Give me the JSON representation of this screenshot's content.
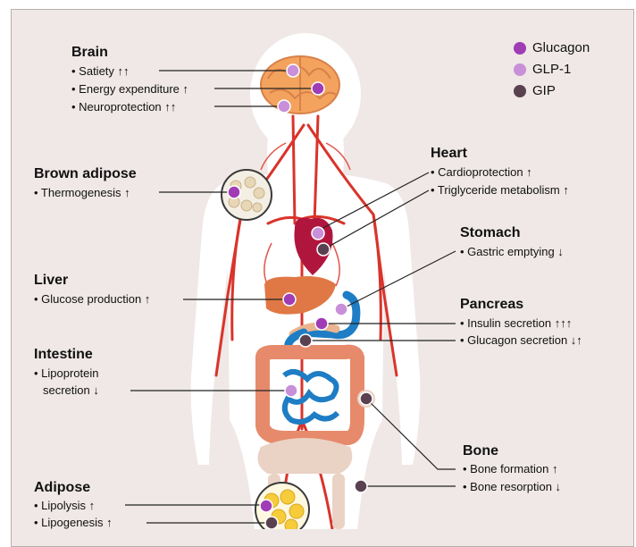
{
  "colors": {
    "glucagon": "#a03cb4",
    "glp1": "#c98fd9",
    "gip": "#5a4150"
  },
  "legend": [
    {
      "key": "glucagon",
      "label": "Glucagon"
    },
    {
      "key": "glp1",
      "label": "GLP-1"
    },
    {
      "key": "gip",
      "label": "GIP"
    }
  ],
  "organs": {
    "brain": {
      "title": "Brain",
      "items": [
        "• Satiety ↑↑",
        "• Energy expenditure ↑",
        "• Neuroprotection ↑↑"
      ]
    },
    "brown_adipose": {
      "title": "Brown adipose",
      "items": [
        "• Thermogenesis ↑"
      ]
    },
    "liver": {
      "title": "Liver",
      "items": [
        "• Glucose production ↑"
      ]
    },
    "intestine": {
      "title": "Intestine",
      "items": [
        "• Lipoprotein",
        "secretion ↓"
      ]
    },
    "adipose": {
      "title": "Adipose",
      "items": [
        "• Lipolysis ↑",
        "• Lipogenesis ↑"
      ]
    },
    "heart": {
      "title": "Heart",
      "items": [
        "• Cardioprotection ↑",
        "• Triglyceride metabolism ↑"
      ]
    },
    "stomach": {
      "title": "Stomach",
      "items": [
        "• Gastric emptying ↓"
      ]
    },
    "pancreas": {
      "title": "Pancreas",
      "items": [
        "• Insulin secretion ↑↑↑",
        "• Glucagon secretion ↓↑"
      ]
    },
    "bone": {
      "title": "Bone",
      "items": [
        "• Bone formation ↑",
        "• Bone resorption ↓"
      ]
    }
  }
}
